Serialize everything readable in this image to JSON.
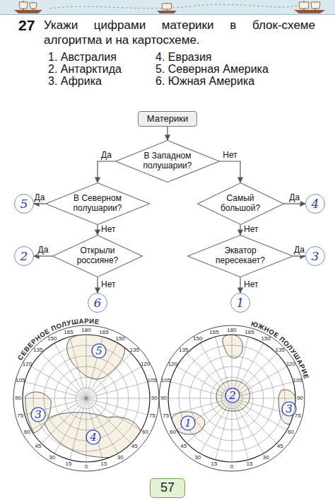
{
  "diagram": {
    "title": "Укажи цифрами материки в блок-схеме алгоритма и на картосхеме.",
    "nodes": [
      {
        "text": [
          "Материки"
        ]
      },
      {
        "text": [
          "В Западном полушарии?"
        ]
      },
      {
        "text": [
          "5"
        ]
      },
      {
        "text": [
          "В Северном полушарии?"
        ]
      },
      {
        "text": [
          "Самый большой?"
        ]
      },
      {
        "text": [
          "4"
        ]
      },
      {
        "text": [
          "2"
        ]
      },
      {
        "text": [
          "Открыли россияне?"
        ]
      },
      {
        "text": [
          "Экватор пересекает?"
        ]
      },
      {
        "text": [
          "3"
        ]
      },
      {
        "text": [
          "6"
        ]
      },
      {
        "text": [
          "1"
        ]
      }
    ],
    "edges": [
      {
        "from": 0,
        "to": 1,
        "arrow": "to"
      },
      {
        "from": 1,
        "to": 3,
        "label": "Да",
        "arrow": "to"
      },
      {
        "from": 1,
        "to": 4,
        "label": "Нет",
        "arrow": "to"
      },
      {
        "from": 3,
        "to": 2,
        "label": "Да",
        "arrow": "to"
      },
      {
        "from": 3,
        "to": 7,
        "label": "Нет",
        "arrow": "to"
      },
      {
        "from": 4,
        "to": 5,
        "label": "Да",
        "arrow": "to"
      },
      {
        "from": 4,
        "to": 8,
        "label": "Нет",
        "arrow": "to"
      },
      {
        "from": 7,
        "to": 6,
        "label": "Да",
        "arrow": "to"
      },
      {
        "from": 7,
        "to": 10,
        "label": "Нет",
        "arrow": "to"
      },
      {
        "from": 8,
        "to": 9,
        "label": "Да",
        "arrow": "to"
      },
      {
        "from": 8,
        "to": 11,
        "label": "Нет",
        "arrow": "to"
      }
    ],
    "labels": [
      "27",
      "1. Австралия",
      "2. Антарктида",
      "3. Африка",
      "4. Евразия",
      "5. Северная Америка",
      "6. Южная Америка",
      "СЕВЕРНОЕ ПОЛУШАРИЕ",
      "ЮЖНОЕ ПОЛУШАРИЕ",
      "0",
      "15",
      "30",
      "45",
      "60",
      "75",
      "90",
      "105",
      "120",
      "135",
      "150",
      "165",
      "180",
      "165",
      "150",
      "135",
      "120",
      "105",
      "90",
      "75",
      "60",
      "45",
      "30",
      "15",
      "0",
      "15",
      "30",
      "45",
      "60",
      "75",
      "90",
      "105",
      "120",
      "135",
      "150",
      "165",
      "180",
      "165",
      "150",
      "135",
      "120",
      "105",
      "90",
      "75",
      "60",
      "45",
      "30",
      "15",
      "5",
      "3",
      "4",
      "2",
      "1",
      "3",
      "57"
    ]
  }
}
